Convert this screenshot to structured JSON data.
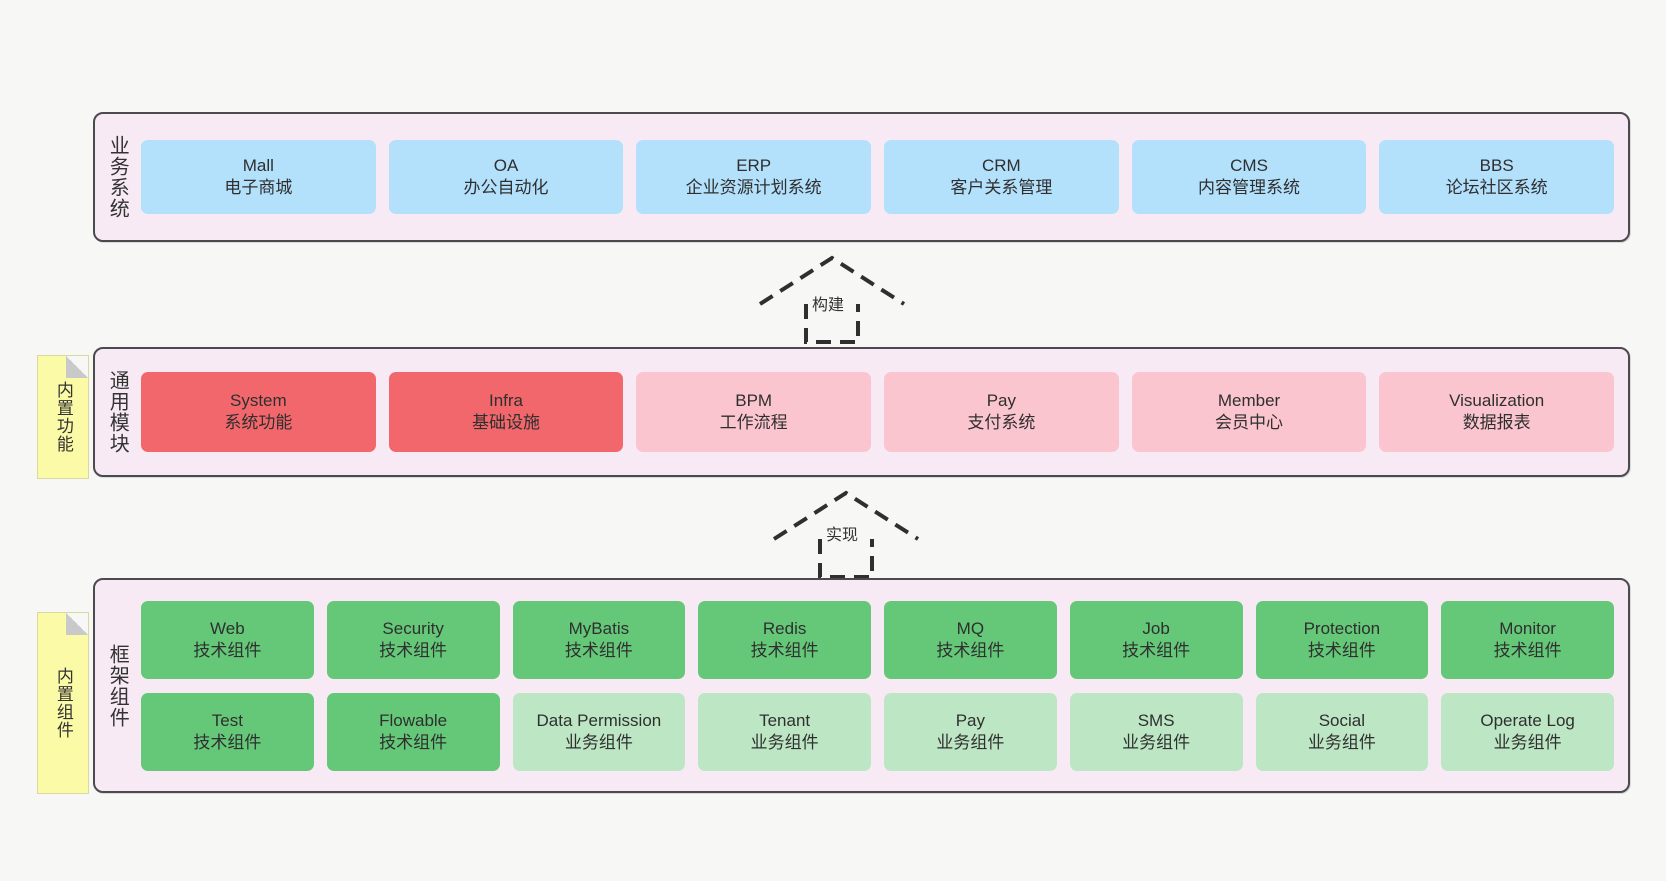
{
  "diagram": {
    "background_color": "#f7f7f5",
    "layer_bg_color": "#f8eaf4",
    "layer_border_color": "#4a4a4f",
    "note_color": "#fbfaa6"
  },
  "notes": [
    {
      "label": "内置功能",
      "name": "builtin-function"
    },
    {
      "label": "内置组件",
      "name": "builtin-component"
    }
  ],
  "arrows": [
    {
      "label": "构建",
      "name": "build"
    },
    {
      "label": "实现",
      "name": "implement"
    }
  ],
  "layers": [
    {
      "id": "business",
      "title": "业务系统",
      "color": "#b3e0fb",
      "rows": [
        [
          {
            "name": "Mall",
            "desc": "电子商城",
            "variant": "c-blue"
          },
          {
            "name": "OA",
            "desc": "办公自动化",
            "variant": "c-blue"
          },
          {
            "name": "ERP",
            "desc": "企业资源计划系统",
            "variant": "c-blue"
          },
          {
            "name": "CRM",
            "desc": "客户关系管理",
            "variant": "c-blue"
          },
          {
            "name": "CMS",
            "desc": "内容管理系统",
            "variant": "c-blue"
          },
          {
            "name": "BBS",
            "desc": "论坛社区系统",
            "variant": "c-blue"
          }
        ]
      ]
    },
    {
      "id": "common",
      "title": "通用模块",
      "color": "#fbc5cf",
      "rows": [
        [
          {
            "name": "System",
            "desc": "系统功能",
            "variant": "c-red"
          },
          {
            "name": "Infra",
            "desc": "基础设施",
            "variant": "c-red"
          },
          {
            "name": "BPM",
            "desc": "工作流程",
            "variant": "c-pink"
          },
          {
            "name": "Pay",
            "desc": "支付系统",
            "variant": "c-pink"
          },
          {
            "name": "Member",
            "desc": "会员中心",
            "variant": "c-pink"
          },
          {
            "name": "Visualization",
            "desc": "数据报表",
            "variant": "c-pink"
          }
        ]
      ]
    },
    {
      "id": "framework",
      "title": "框架组件",
      "color": "#64c878",
      "rows": [
        [
          {
            "name": "Web",
            "desc": "技术组件",
            "variant": "c-green"
          },
          {
            "name": "Security",
            "desc": "技术组件",
            "variant": "c-green"
          },
          {
            "name": "MyBatis",
            "desc": "技术组件",
            "variant": "c-green"
          },
          {
            "name": "Redis",
            "desc": "技术组件",
            "variant": "c-green"
          },
          {
            "name": "MQ",
            "desc": "技术组件",
            "variant": "c-green"
          },
          {
            "name": "Job",
            "desc": "技术组件",
            "variant": "c-green"
          },
          {
            "name": "Protection",
            "desc": "技术组件",
            "variant": "c-green"
          },
          {
            "name": "Monitor",
            "desc": "技术组件",
            "variant": "c-green"
          }
        ],
        [
          {
            "name": "Test",
            "desc": "技术组件",
            "variant": "c-green"
          },
          {
            "name": "Flowable",
            "desc": "技术组件",
            "variant": "c-green"
          },
          {
            "name": "Data Permission",
            "desc": "业务组件",
            "variant": "c-lightgreen"
          },
          {
            "name": "Tenant",
            "desc": "业务组件",
            "variant": "c-lightgreen"
          },
          {
            "name": "Pay",
            "desc": "业务组件",
            "variant": "c-lightgreen"
          },
          {
            "name": "SMS",
            "desc": "业务组件",
            "variant": "c-lightgreen"
          },
          {
            "name": "Social",
            "desc": "业务组件",
            "variant": "c-lightgreen"
          },
          {
            "name": "Operate Log",
            "desc": "业务组件",
            "variant": "c-lightgreen"
          }
        ]
      ]
    }
  ]
}
